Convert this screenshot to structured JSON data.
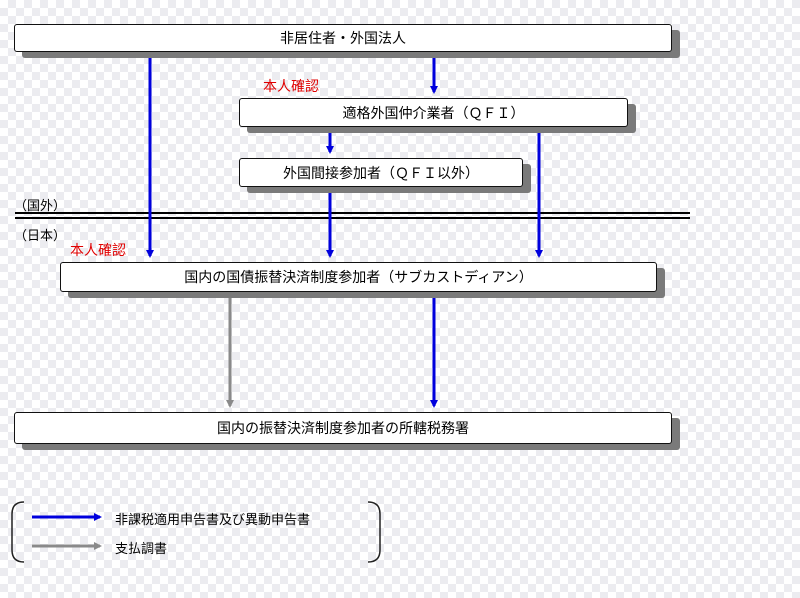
{
  "boxes": {
    "non_resident": "非居住者・外国法人",
    "qfi": "適格外国仲介業者（ＱＦＩ）",
    "indirect_participant": "外国間接参加者（ＱＦＩ以外）",
    "subcustodian": "国内の国債振替決済制度参加者（サブカストディアン）",
    "tax_office": "国内の振替決済制度参加者の所轄税務署"
  },
  "labels": {
    "identity_check_top": "本人確認",
    "identity_check_bottom": "本人確認",
    "region_overseas": "（国外）",
    "region_japan": "（日本）"
  },
  "legend": {
    "blue_item": "非課税適用申告書及び異動申告書",
    "gray_item": "支払調書"
  },
  "colors": {
    "blue_arrow": "#0000dd",
    "gray_arrow": "#8a8a8a",
    "red_label": "#e00000"
  }
}
